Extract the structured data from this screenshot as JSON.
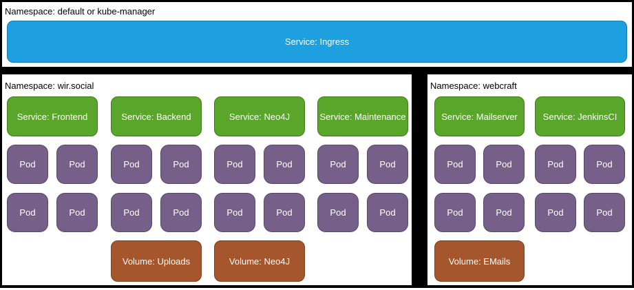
{
  "colors": {
    "ingress_blue": "#1EA0E0",
    "service_green": "#5AA62B",
    "pod_purple": "#76608A",
    "volume_brown": "#A5562D",
    "panel_background": "#FFFFFF",
    "separator": "#000000"
  },
  "namespaces": {
    "top": {
      "label": "Namespace: default or kube-manager",
      "service": "Service: Ingress"
    },
    "wir_social": {
      "label": "Namespace: wir.social",
      "columns": [
        {
          "service": "Service: Frontend",
          "pods": [
            "Pod",
            "Pod",
            "Pod",
            "Pod"
          ]
        },
        {
          "service": "Service: Backend",
          "pods": [
            "Pod",
            "Pod",
            "Pod",
            "Pod"
          ],
          "volume": "Volume: Uploads"
        },
        {
          "service": "Service: Neo4J",
          "pods": [
            "Pod",
            "Pod",
            "Pod",
            "Pod"
          ],
          "volume": "Volume: Neo4J"
        },
        {
          "service": "Service: Maintenance",
          "pods": [
            "Pod",
            "Pod",
            "Pod",
            "Pod"
          ]
        }
      ]
    },
    "webcraft": {
      "label": "Namespace: webcraft",
      "columns": [
        {
          "service": "Service: Mailserver",
          "pods": [
            "Pod",
            "Pod",
            "Pod",
            "Pod"
          ],
          "volume": "Volume: EMails"
        },
        {
          "service": "Service: JenkinsCI",
          "pods": [
            "Pod",
            "Pod",
            "Pod",
            "Pod"
          ]
        }
      ]
    }
  }
}
